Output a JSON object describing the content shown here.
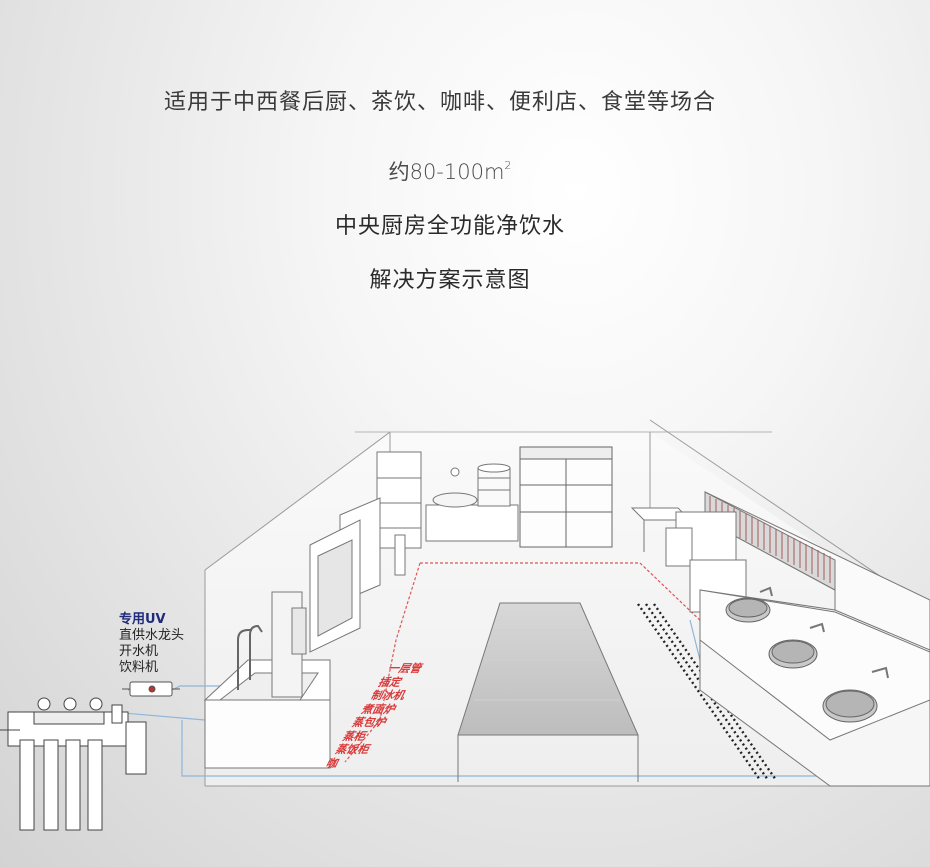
{
  "header": {
    "headline": "适用于中西餐后厨、茶饮、咖啡、便利店、食堂等场合",
    "area_prefix": "约80-100m",
    "area_sup": "2",
    "title_line1": "中央厨房全功能净饮水",
    "title_line2": "解决方案示意图"
  },
  "uv_label": {
    "title": "专用UV",
    "lines": [
      "直供水龙头",
      "开水机",
      "饮料机"
    ]
  },
  "red_list": [
    "一层管",
    "插定",
    "制冰机",
    "煮面炉",
    "蒸包炉",
    "蒸柜",
    "蒸饭柜",
    "咖"
  ],
  "colors": {
    "outline": "#8a8a8a",
    "pipe_red": "#e05555",
    "pipe_blue": "#8fb6d8",
    "uv_label_title": "#1f2a7a",
    "red_text": "#d93a3a"
  }
}
